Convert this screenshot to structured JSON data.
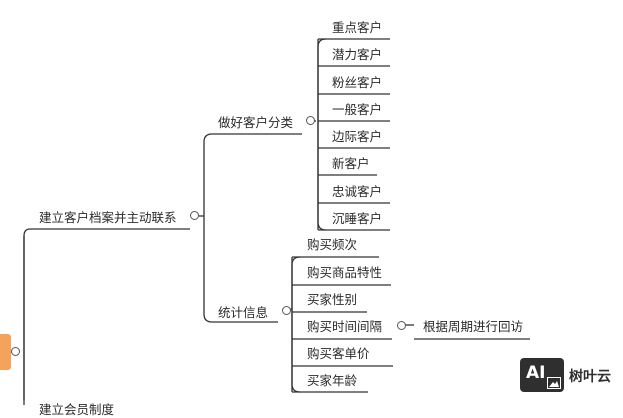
{
  "branch_a": {
    "label": "建立客户档案并主动联系",
    "groups": [
      {
        "label": "做好客户分类",
        "items": [
          "重点客户",
          "潜力客户",
          "粉丝客户",
          "一般客户",
          "边际客户",
          "新客户",
          "忠诚客户",
          "沉睡客户"
        ]
      },
      {
        "label": "统计信息",
        "items": [
          "购买频次",
          "购买商品特性",
          "买家性别",
          "购买时间间隔",
          "购买客单价",
          "买家年龄"
        ],
        "sub": "根据周期进行回访"
      }
    ]
  },
  "branch_b": {
    "label": "建立会员制度"
  },
  "watermark": {
    "brand": "树叶云",
    "logo_text": "AI",
    "icon": "mountain-image-icon"
  },
  "colors": {
    "accent": "#f5a35a",
    "line": "#333333"
  }
}
